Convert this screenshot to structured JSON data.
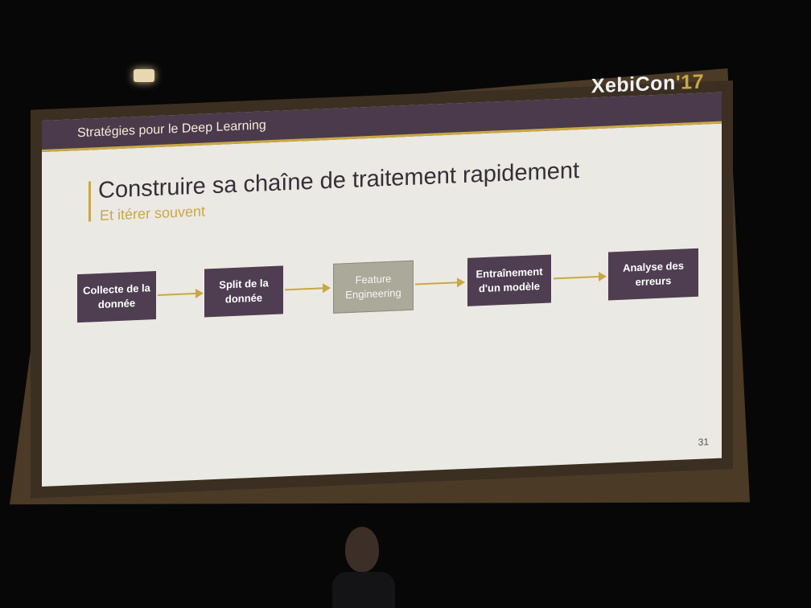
{
  "slide": {
    "header_title": "Stratégies pour le Deep Learning",
    "logo_text": "XebiCon",
    "logo_year": "'17",
    "title": "Construire sa chaîne de traitement rapidement",
    "subtitle": "Et itérer souvent",
    "page_number": "31",
    "steps": [
      {
        "label": "Collecte de la donnée"
      },
      {
        "label": "Split de la donnée"
      },
      {
        "label": "Feature Engineering"
      },
      {
        "label": "Entraînement d'un modèle"
      },
      {
        "label": "Analyse des erreurs"
      }
    ]
  },
  "colors": {
    "accent": "#c9a844",
    "step_box": "#4f3e52",
    "step_highlight": "#aaa99a",
    "slide_background": "#ebe9e3"
  }
}
